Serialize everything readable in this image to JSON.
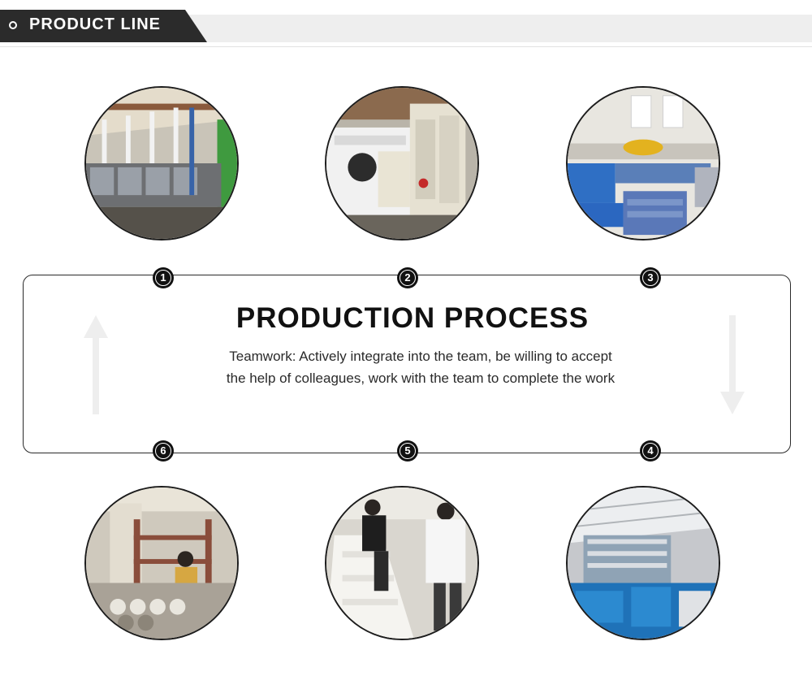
{
  "header": {
    "title": "PRODUCT LINE"
  },
  "process": {
    "title": "PRODUCTION PROCESS",
    "description": "Teamwork: Actively integrate into the team, be willing to accept the help of colleagues, work with the team to complete the work"
  },
  "steps": [
    {
      "number": "1"
    },
    {
      "number": "2"
    },
    {
      "number": "3"
    },
    {
      "number": "4"
    },
    {
      "number": "5"
    },
    {
      "number": "6"
    }
  ]
}
